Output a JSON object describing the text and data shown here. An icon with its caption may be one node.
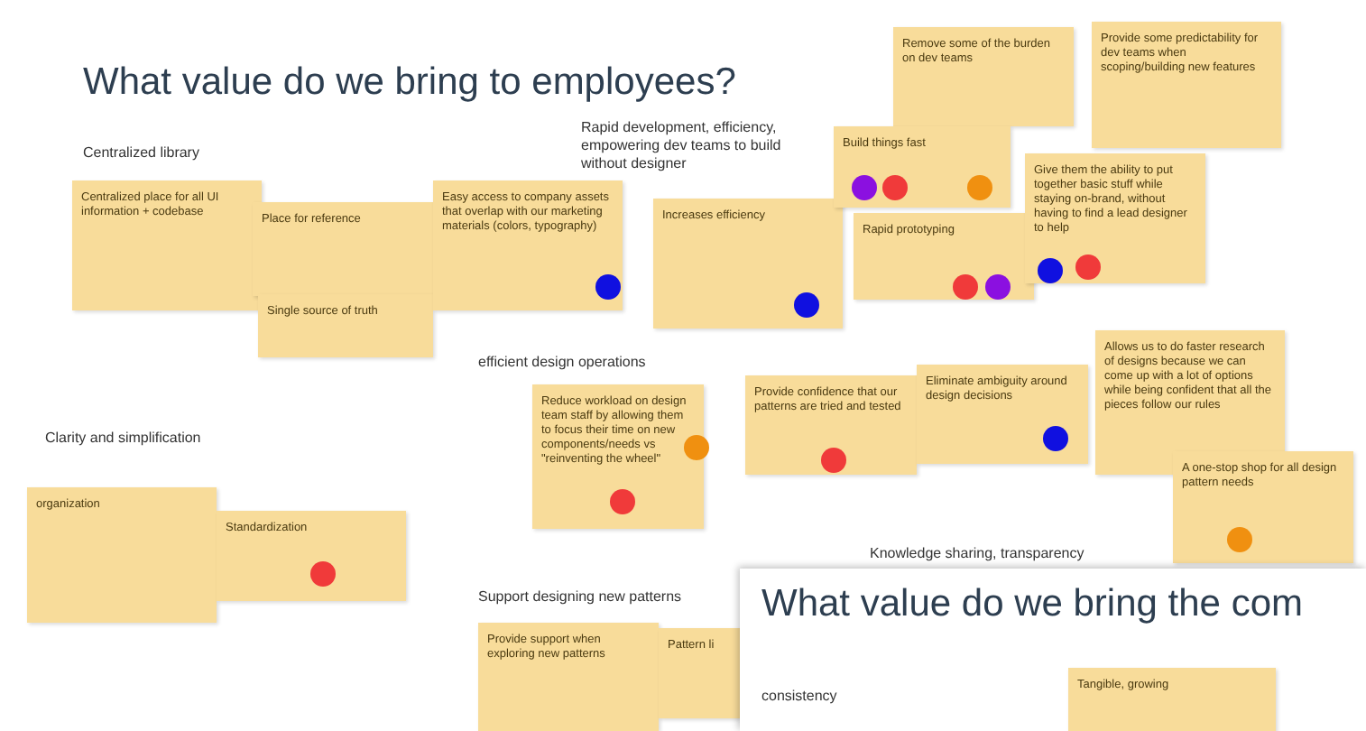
{
  "diagram": {
    "title": "What value do we bring to employees?",
    "nodes": [
      {
        "text": [
          "Centralized place for all UI information + codebase"
        ]
      },
      {
        "text": [
          "Place for reference"
        ]
      },
      {
        "text": [
          "Single source of truth"
        ]
      },
      {
        "text": [
          "Easy access to company assets that overlap with our marketing materials (colors, typography)"
        ]
      },
      {
        "text": [
          "Increases efficiency"
        ]
      },
      {
        "text": [
          "Remove some of the burden on dev teams"
        ]
      },
      {
        "text": [
          "Provide some predictability for dev teams when scoping/building new features"
        ]
      },
      {
        "text": [
          "Build things fast"
        ]
      },
      {
        "text": [
          "Rapid prototyping"
        ]
      },
      {
        "text": [
          "Give them the ability to put together basic stuff while staying on-brand, without having to find a lead designer to help"
        ]
      },
      {
        "text": [
          "Reduce workload on design team staff by allowing them to focus their time on new components/needs vs \"reinventing the wheel\""
        ]
      },
      {
        "text": [
          "Provide confidence that our patterns are tried and tested"
        ]
      },
      {
        "text": [
          "Eliminate ambiguity around design decisions"
        ]
      },
      {
        "text": [
          "Allows us to do faster research of designs because we can come up with a lot of options while being confident that all the pieces follow our rules"
        ]
      },
      {
        "text": [
          "A one-stop shop for all design pattern needs"
        ]
      },
      {
        "text": [
          "organization"
        ]
      },
      {
        "text": [
          "Standardization"
        ]
      },
      {
        "text": [
          "Provide support when exploring new patterns"
        ]
      },
      {
        "text": [
          "Pattern li"
        ]
      },
      {
        "text": [
          "What value do we bring the com",
          "consistency"
        ]
      },
      {
        "text": [
          "Tangible, growing"
        ],
        "in": 19
      }
    ],
    "labels": [
      "Centralized library",
      "Rapid development, efficiency, empowering dev teams to build without designer",
      "efficient design operations",
      "Clarity and simplification",
      "Knowledge sharing, transparency",
      "Support designing new patterns"
    ]
  }
}
